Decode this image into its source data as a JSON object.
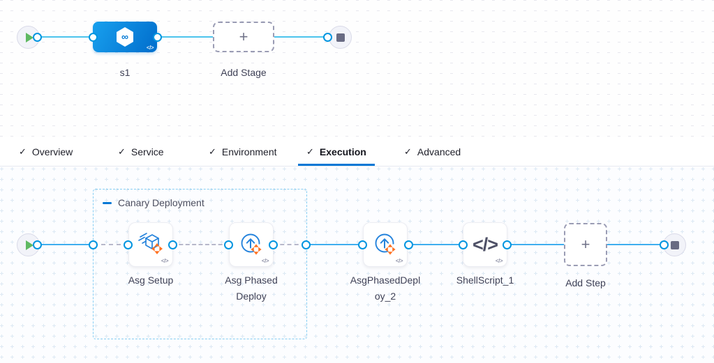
{
  "glyphs": {
    "check": "✓",
    "plus": "+",
    "code_badge": "</>",
    "code_large": "</>",
    "infinity": "∞"
  },
  "colors": {
    "accent_blue": "#0278d5",
    "stage_blue_start": "#18a0ee",
    "stage_blue_end": "#0372cf",
    "edge_top": "#4cc4ec",
    "edge_bottom": "#3faeef",
    "play_green": "#5fb962",
    "stop_gray": "#696b83",
    "step_icon_blue": "#2583dc",
    "step_icon_orange": "#ff7020"
  },
  "stage_pipeline": {
    "stage": {
      "name": "s1",
      "icon": "harness-cd-hexagon-infinity-icon"
    },
    "add_stage_label": "Add Stage",
    "start_node": "pipeline-start",
    "end_node": "pipeline-end"
  },
  "tabs": [
    {
      "label": "Overview",
      "checked": true,
      "active": false
    },
    {
      "label": "Service",
      "checked": true,
      "active": false
    },
    {
      "label": "Environment",
      "checked": true,
      "active": false
    },
    {
      "label": "Execution",
      "checked": true,
      "active": true
    },
    {
      "label": "Advanced",
      "checked": true,
      "active": false
    }
  ],
  "execution": {
    "group_label": "Canary Deployment",
    "steps": [
      {
        "name": "Asg Setup",
        "icon": "asg-setup-cube-icon",
        "in_group": true
      },
      {
        "name": "Asg Phased Deploy",
        "icon": "asg-phased-deploy-icon",
        "in_group": true
      },
      {
        "name": "AsgPhasedDeploy_2",
        "icon": "asg-phased-deploy-icon",
        "in_group": false
      },
      {
        "name": "ShellScript_1",
        "icon": "shell-script-code-icon",
        "in_group": false
      }
    ],
    "add_step_label": "Add Step"
  }
}
